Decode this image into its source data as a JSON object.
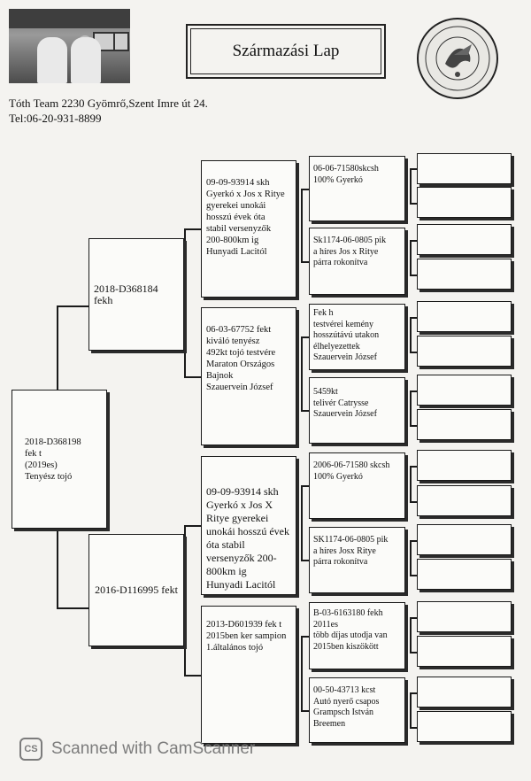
{
  "header": {
    "title": "Származási Lap",
    "address_line1": "Tóth Team 2230 Gyömrő,Szent Imre út 24.",
    "address_line2": "Tel:06-20-931-8899"
  },
  "pedigree": {
    "subject": "2018-D368198 fek t\n(2019es)\nTenyész tojó",
    "sire": "2018-D368184 fekh",
    "dam": "2016-D116995 fekt",
    "ss": "09-09-93914 skh\nGyerkó x Jos x Ritye\ngyerekei unokái\nhosszú évek óta\nstabil versenyzők\n200-800km ig\nHunyadi Lacitól",
    "sd": "06-03-67752 fekt\nkiváló tenyész\n492kt tojó testvére\nMaraton Országos\nBajnok\nSzauervein József",
    "ds": "09-09-93914 skh\nGyerkó x Jos X\nRitye gyerekei\nunokái hosszú évek\nóta stabil\nversenyzők 200-\n800km ig\nHunyadi Lacitól",
    "dd": "2013-D601939 fek t\n2015ben ker sampion\n1.általános tojó",
    "sss": "06-06-71580skcsh\n100% Gyerkó",
    "ssd": "Sk1174-06-0805 pik\na híres Jos x Ritye\npárra rokonítva",
    "sds": "Fek h\ntestvérei kemény\nhosszútávú utakon\nélhelyezettek\nSzauervein József",
    "sdd": "5459kt\ntelivér Catrysse\nSzauervein József",
    "dss": "2006-06-71580 skcsh\n100% Gyerkó",
    "dsd": "SK1174-06-0805 pik\na híres Josx Ritye\npárra rokonítva",
    "dds": "B-03-6163180 fekh\n2011es\ntöbb díjas utodja van\n2015ben kiszökött",
    "ddd": "00-50-43713 kcst\nAutó nyerő csapos\nGrampsch István\nBreemen"
  },
  "footer": {
    "icon": "camscanner-icon",
    "icon_label": "CS",
    "text": "Scanned with CamScanner"
  }
}
